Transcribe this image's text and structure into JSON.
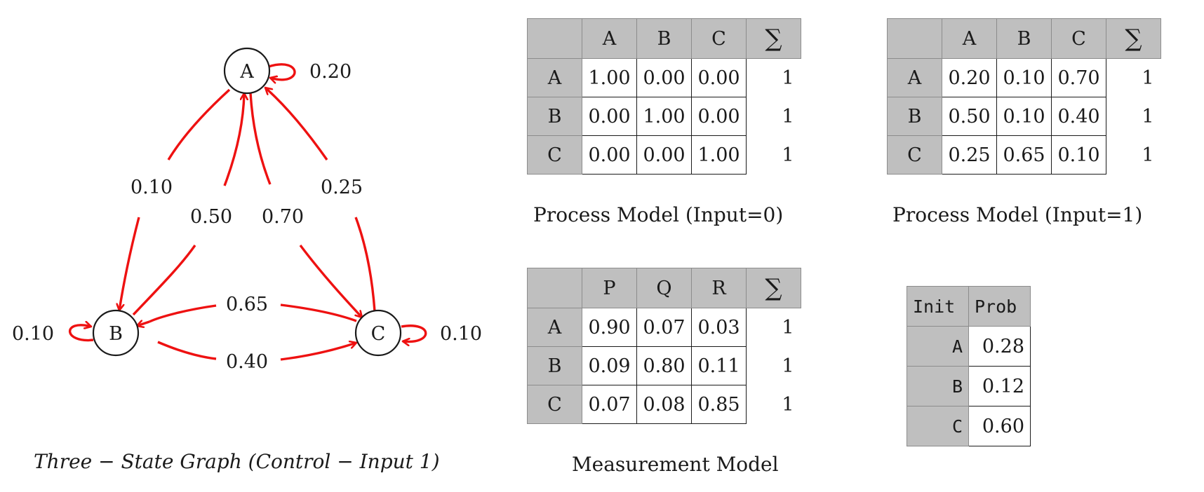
{
  "graph": {
    "nodes": [
      "A",
      "B",
      "C"
    ],
    "edges": {
      "A_A": "0.20",
      "A_B": "0.10",
      "B_A": "0.50",
      "A_C": "0.70",
      "C_A": "0.25",
      "C_B": "0.65",
      "B_C": "0.40",
      "B_B": "0.10",
      "C_C": "0.10"
    },
    "edge_color": "#ee1111",
    "caption": "Three − State Graph (Control − Input 1)"
  },
  "process_model_0": {
    "columns": [
      "A",
      "B",
      "C"
    ],
    "sum_symbol": "∑",
    "rows": [
      {
        "label": "A",
        "values": [
          "1.00",
          "0.00",
          "0.00"
        ],
        "sum": "1"
      },
      {
        "label": "B",
        "values": [
          "0.00",
          "1.00",
          "0.00"
        ],
        "sum": "1"
      },
      {
        "label": "C",
        "values": [
          "0.00",
          "0.00",
          "1.00"
        ],
        "sum": "1"
      }
    ],
    "caption": "Process Model (Input=0)"
  },
  "process_model_1": {
    "columns": [
      "A",
      "B",
      "C"
    ],
    "sum_symbol": "∑",
    "rows": [
      {
        "label": "A",
        "values": [
          "0.20",
          "0.10",
          "0.70"
        ],
        "sum": "1"
      },
      {
        "label": "B",
        "values": [
          "0.50",
          "0.10",
          "0.40"
        ],
        "sum": "1"
      },
      {
        "label": "C",
        "values": [
          "0.25",
          "0.65",
          "0.10"
        ],
        "sum": "1"
      }
    ],
    "caption": "Process Model (Input=1)"
  },
  "measurement_model": {
    "columns": [
      "P",
      "Q",
      "R"
    ],
    "sum_symbol": "∑",
    "rows": [
      {
        "label": "A",
        "values": [
          "0.90",
          "0.07",
          "0.03"
        ],
        "sum": "1"
      },
      {
        "label": "B",
        "values": [
          "0.09",
          "0.80",
          "0.11"
        ],
        "sum": "1"
      },
      {
        "label": "C",
        "values": [
          "0.07",
          "0.08",
          "0.85"
        ],
        "sum": "1"
      }
    ],
    "caption": "Measurement Model"
  },
  "init_table": {
    "headers": [
      "Init",
      "Prob"
    ],
    "rows": [
      {
        "state": "A",
        "prob": "0.28"
      },
      {
        "state": "B",
        "prob": "0.12"
      },
      {
        "state": "C",
        "prob": "0.60"
      }
    ]
  },
  "colors": {
    "header_gray": "#bfbfbf",
    "edge_red": "#ee1111"
  }
}
